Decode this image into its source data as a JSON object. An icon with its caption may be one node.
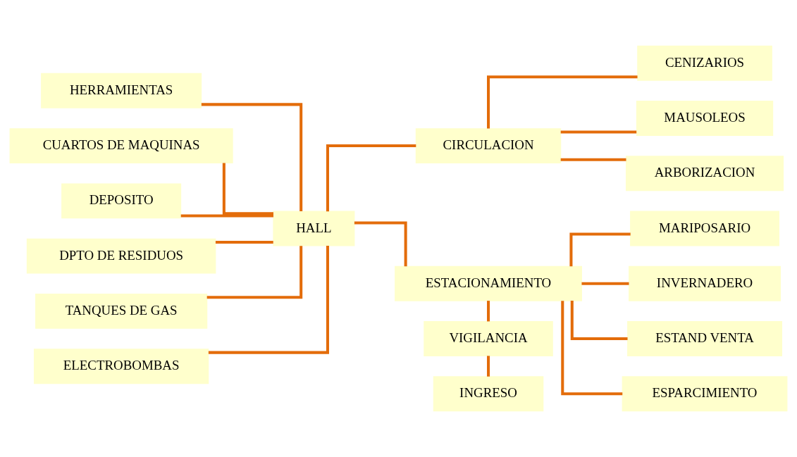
{
  "diagram": {
    "nodes": [
      {
        "text": [
          "HERRAMIENTAS"
        ]
      },
      {
        "text": [
          "CUARTOS DE MAQUINAS"
        ]
      },
      {
        "text": [
          "DEPOSITO"
        ]
      },
      {
        "text": [
          "DPTO DE RESIDUOS"
        ]
      },
      {
        "text": [
          "TANQUES DE GAS"
        ]
      },
      {
        "text": [
          "ELECTROBOMBAS"
        ]
      },
      {
        "text": [
          "HALL"
        ]
      },
      {
        "text": [
          "CIRCULACION"
        ]
      },
      {
        "text": [
          "ESTACIONAMIENTO"
        ]
      },
      {
        "text": [
          "VIGILANCIA"
        ]
      },
      {
        "text": [
          "INGRESO"
        ]
      },
      {
        "text": [
          "CENIZARIOS"
        ]
      },
      {
        "text": [
          "MAUSOLEOS"
        ]
      },
      {
        "text": [
          "ARBORIZACION"
        ]
      },
      {
        "text": [
          "MARIPOSARIO"
        ]
      },
      {
        "text": [
          "INVERNADERO"
        ]
      },
      {
        "text": [
          "ESTAND VENTA"
        ]
      },
      {
        "text": [
          "ESPARCIMIENTO"
        ]
      }
    ],
    "edges": [
      {
        "from": 0,
        "to": 6,
        "arrow": "none"
      },
      {
        "from": 1,
        "to": 6,
        "arrow": "none"
      },
      {
        "from": 2,
        "to": 6,
        "arrow": "none"
      },
      {
        "from": 3,
        "to": 6,
        "arrow": "none"
      },
      {
        "from": 4,
        "to": 6,
        "arrow": "none"
      },
      {
        "from": 5,
        "to": 6,
        "arrow": "none"
      },
      {
        "from": 6,
        "to": 7,
        "arrow": "none"
      },
      {
        "from": 6,
        "to": 8,
        "arrow": "none"
      },
      {
        "from": 7,
        "to": 11,
        "arrow": "none"
      },
      {
        "from": 7,
        "to": 12,
        "arrow": "none"
      },
      {
        "from": 7,
        "to": 13,
        "arrow": "none"
      },
      {
        "from": 8,
        "to": 14,
        "arrow": "none"
      },
      {
        "from": 8,
        "to": 15,
        "arrow": "none"
      },
      {
        "from": 8,
        "to": 16,
        "arrow": "none"
      },
      {
        "from": 8,
        "to": 17,
        "arrow": "none"
      },
      {
        "from": 8,
        "to": 9,
        "arrow": "none"
      },
      {
        "from": 9,
        "to": 10,
        "arrow": "none"
      }
    ]
  }
}
